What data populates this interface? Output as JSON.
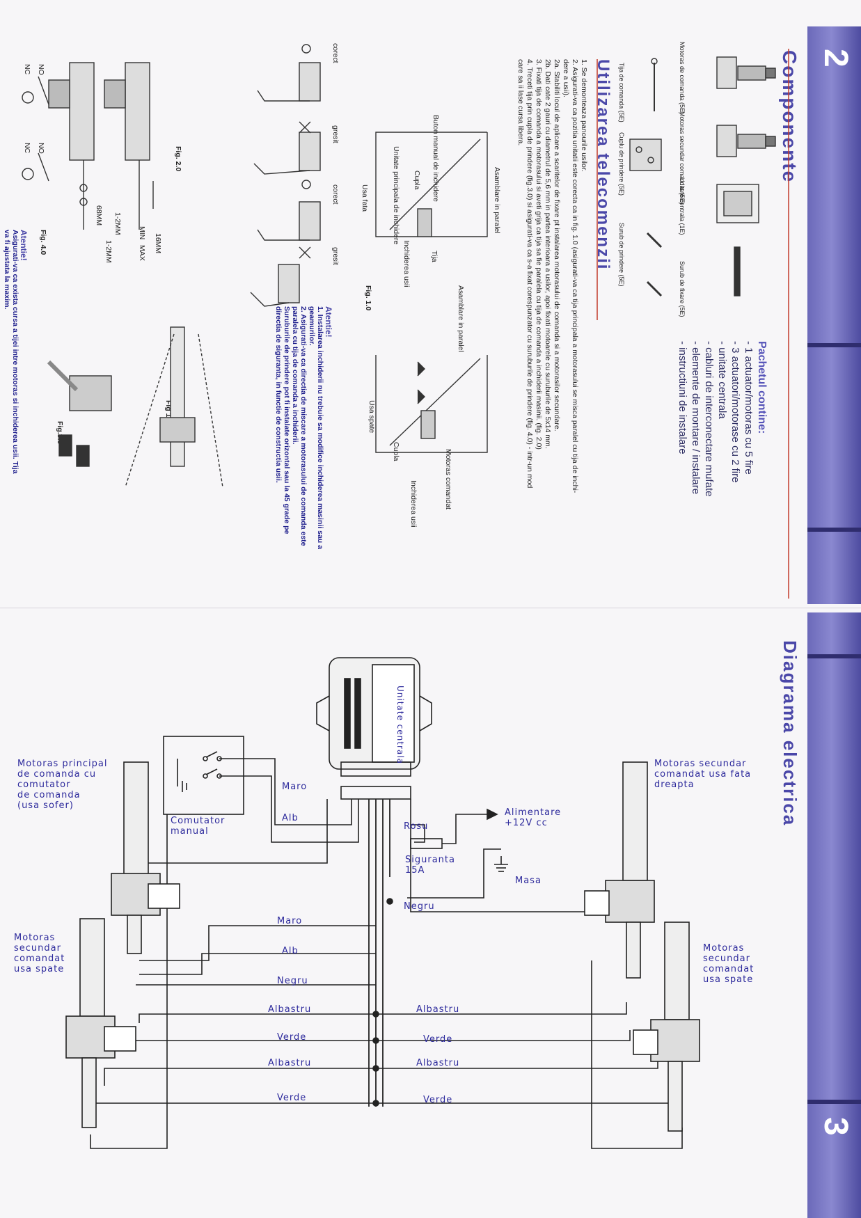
{
  "colors": {
    "accent": "#4a47a8",
    "band": "#6b69b9",
    "wire": "#222222"
  },
  "page2": {
    "number": "2",
    "title": "Componente",
    "package_title": "Pachetul contine:",
    "package_items": [
      "- 1 actuator/motoras cu 5 fire",
      "- 3 actuatori/motorase cu 2 fire",
      "- unitate centrala",
      "- cabluri de interconectare mufate",
      "- elemente de montare / instalare",
      "- instructiuni de instalare"
    ],
    "component_labels": [
      "Motoras de comanda (5E)",
      "Motoras secundar comandat (5E)",
      "Cuplu de prindere (5E)",
      "Unitate centrala (1E)",
      "Surub de prindere (5E)",
      "Surub de fixare (5E)",
      "Tija de comanda (5E)"
    ],
    "usage_title": "Utilizarea telecomenzii",
    "instructions": [
      "1. Se demonteaza panourile usilor.",
      "2. Asigurati-va ca pozitia unitatii este corecta ca in fig. 1.0 (asigurati-va ca tija principala a motorasului se misca paralel cu tija de inchi-",
      "dere a usii).",
      "2a. Stabiliti locul de aplicare a scaritelor de fixare pt instalarea motorasului de comanda si a motorasilor secundare.",
      "2b. Dati cate 2 gauri cu diametrul de 5,6 mm in partea interioara a usilor, apoi fixati motoarele cu suruburile de 5x14 mm.",
      "3. Fixati tija de comanda a motorasului si aveti grija ca tija sa fie paralela cu tija de comanda a inchiderii masinii. (fig. 2.0)",
      "4. Treceti tija prin cupla de prindere (fig.3.0) si asigurati-va ca s-a fixat corespunzator cu suruburile de prindere (fig. 4.0) - intr-un mod",
      "care sa ii lase cursa libera."
    ],
    "fig10": {
      "label": "Fig. 1.0",
      "front": "Usa fata",
      "rear": "Usa spate",
      "assembly": "Asamblare in paralel",
      "manual_button": "Buton manual de inchidere",
      "coupling": "Cupla",
      "rod": "Tija",
      "main_unit": "Unitate principala de inchidere",
      "door_lock": "Inchiderea usii",
      "command_motor": "Motoras comandat"
    },
    "fig11_label": "Fig 1.1",
    "fig20": {
      "label": "Fig. 2.0",
      "correct": "corect",
      "wrong": "gresit"
    },
    "fig30_label": "Fig.3.0",
    "fig40": {
      "label": "Fig. 4.0",
      "min": "MIN",
      "max": "MAX",
      "d1": "16MM",
      "d2": "1-2MM",
      "d3": "68MM",
      "d4": "1-2MM",
      "no": "NO",
      "nc": "NC"
    },
    "attention1_title": "Atentie!",
    "attention1": [
      "1. Instalarea inchiderii nu trebuie sa modifice inchiderea masinii sau a",
      "geamurilor.",
      "2. Asigurati-va ca directia de miscare a motorasului de comanda este",
      "paralela cu tija de comanda a inchiderii.",
      "Suruburile de prindere pot fi instalate orizontal sau la 45 grade pe",
      "directia de siguranta, in functie de constructia usii."
    ],
    "attention2_title": "Atentie!",
    "attention2": [
      "Asigurati-va ca exista cursa a tijei intre motoras si inchiderea usii. Tija",
      "va fi ajustata la maxim."
    ]
  },
  "page3": {
    "number": "3",
    "title": "Diagrama electrica",
    "central_unit": "Unitate centrala",
    "main_motor": [
      "Motoras principal",
      "de comanda cu",
      "comutator",
      "de comanda",
      "(usa sofer)"
    ],
    "front_motor": [
      "Motoras secundar",
      "comandat usa fata",
      "dreapta"
    ],
    "rear_left_motor": [
      "Motoras",
      "secundar",
      "comandat",
      "usa spate"
    ],
    "rear_right_motor": [
      "Motoras",
      "secundar",
      "comandat",
      "usa spate"
    ],
    "manual_switch": [
      "Comutator",
      "manual"
    ],
    "power": [
      "Alimentare",
      "+12V cc"
    ],
    "fuse": [
      "Siguranta",
      "15A"
    ],
    "ground": "Masa",
    "wires": {
      "maro1": "Maro",
      "alb1": "Alb",
      "rosu": "Rosu",
      "negru1": "Negru",
      "maro2": "Maro",
      "alb2": "Alb",
      "negru2": "Negru",
      "albastru1": "Albastru",
      "albastru2": "Albastru",
      "verde1": "Verde",
      "verde2": "Verde",
      "albastru3": "Albastru",
      "albastru4": "Albastru",
      "verde3": "Verde",
      "verde4": "Verde"
    }
  }
}
